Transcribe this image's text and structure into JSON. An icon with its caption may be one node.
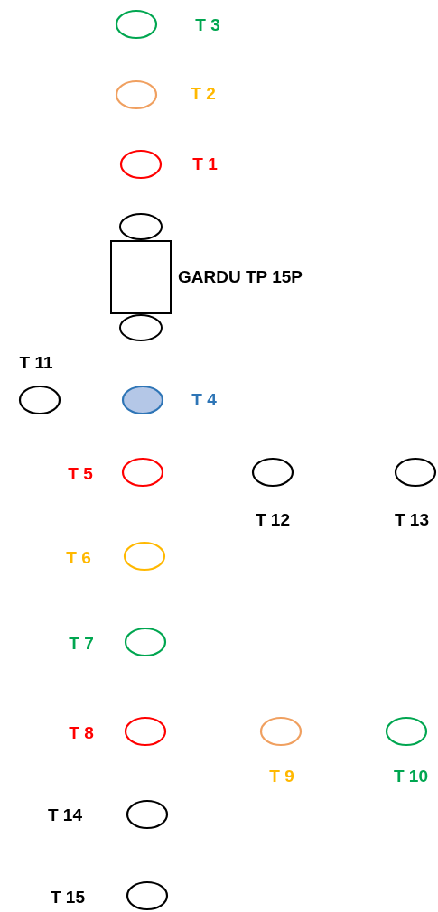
{
  "diagram": {
    "nodes": [
      {
        "text": [],
        "shape": "circle",
        "beside": [
          "T 3"
        ]
      },
      {
        "text": [],
        "shape": "circle",
        "beside": [
          "T 2"
        ]
      },
      {
        "text": [],
        "shape": "circle",
        "beside": [
          "T 1"
        ]
      },
      {
        "text": [],
        "shape": "box",
        "beside": [
          "GARDU TP 15P"
        ]
      },
      {
        "text": [],
        "shape": "circle",
        "beside": [
          "T 11"
        ]
      },
      {
        "text": [],
        "shape": "circle",
        "beside": [
          "T 4"
        ]
      },
      {
        "text": [],
        "shape": "circle",
        "beside": [
          "T 5"
        ]
      },
      {
        "text": [],
        "shape": "circle",
        "beside": [
          "T 12"
        ]
      },
      {
        "text": [],
        "shape": "circle",
        "beside": [
          "T 13"
        ]
      },
      {
        "text": [],
        "shape": "circle",
        "beside": [
          "T 6"
        ]
      },
      {
        "text": [],
        "shape": "circle",
        "beside": [
          "T 7"
        ]
      },
      {
        "text": [],
        "shape": "circle",
        "beside": [
          "T 8"
        ]
      },
      {
        "text": [],
        "shape": "circle",
        "beside": [
          "T 9"
        ]
      },
      {
        "text": [],
        "shape": "circle",
        "beside": [
          "T 10"
        ]
      },
      {
        "text": [],
        "shape": "circle",
        "beside": [
          "T 14"
        ]
      },
      {
        "text": [],
        "shape": "circle",
        "beside": [
          "T 15"
        ]
      }
    ]
  }
}
